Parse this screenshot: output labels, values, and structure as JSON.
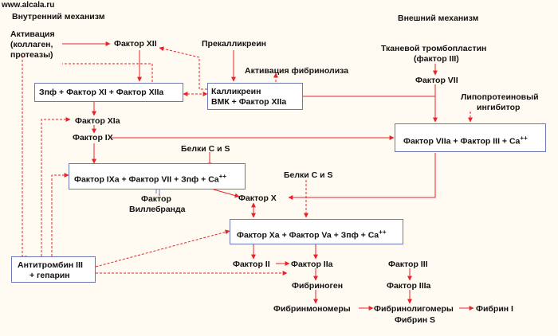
{
  "header": {
    "site": "www.alcala.ru",
    "internal": "Внутренний механизм",
    "external": "Внешний механизм"
  },
  "nodes": {
    "activation_1": "Активация",
    "activation_2": "(коллаген,",
    "activation_3": "протеазы)",
    "f12": "Фактор XII",
    "prekallikrein": "Прекалликреин",
    "fibrinolysis": "Активация фибринолиза",
    "tissue_1": "Тканевой тромбопластин",
    "tissue_2": "(фактор III)",
    "f7": "Фактор VII",
    "lipo_1": "Липопротеиновый",
    "lipo_2": "ингибитор",
    "f11a": "Фактор XIa",
    "f9": "Фактор IX",
    "proteins_1": "Белки C и S",
    "proteins_2": "Белки C и S",
    "willebrand_1": "Фактор",
    "willebrand_2": "Виллебранда",
    "f10": "Фактор X",
    "f2": "Фактор II",
    "f2a": "Фактор IIa",
    "fibrinogen": "Фибриноген",
    "monomers": "Фибринмономеры",
    "oligomers": "Фибринолигомеры",
    "fibrin_s": "Фибрин S",
    "fibrin_i": "Фибрин I",
    "f3": "Фактор III",
    "f3a": "Фактор IIIa"
  },
  "boxes": {
    "b1": "Зпф + Фактор XI + Фактор XIIa",
    "kal_1": "Калликреин",
    "kal_2": "ВМК + Фактор XIIa",
    "b7": "Фактор VIIa + Фактор III + Ca",
    "b9": "Фактор IXa + Фактор VII + Зпф + Ca",
    "b10": "Фактор Xa + Фактор Va + Зпф + Ca",
    "at_1": "Антитромбин III",
    "at_2": "+ гепарин",
    "sup": "++"
  },
  "colors": {
    "arrow": "#e8232a",
    "box_border": "#6c77b6",
    "background": "#fffbf2"
  }
}
